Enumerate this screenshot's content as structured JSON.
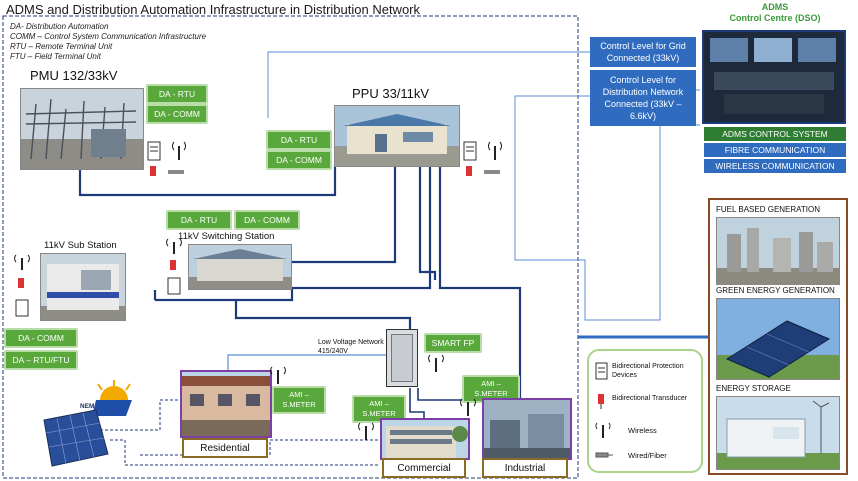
{
  "title": "ADMS and Distribution Automation Infrastructure in Distribution Network",
  "legend_notes": [
    "DA- Distribution Automation",
    "COMM – Control System Communication Infrastructure",
    "RTU – Remote Terminal Unit",
    "FTU – Field Terminal Unit"
  ],
  "tags": {
    "da_rtu": "DA - RTU",
    "da_comm": "DA - COMM",
    "da_rtu_ftu": "DA – RTU/FTU",
    "smart_fp": "SMART FP",
    "ami_smeter": "AMI – S.METER"
  },
  "nodes": {
    "pmu": "PMU 132/33kV",
    "ppu": "PPU 33/11kV",
    "substation": "11kV Sub Station",
    "switching": "11kV Switching Station",
    "lv_network_line1": "Low Voltage Network",
    "lv_network_line2": "415/240V",
    "residential": "Residential",
    "commercial": "Commercial",
    "industrial": "Industrial",
    "nem": "NEM"
  },
  "control": {
    "grid": "Control Level for Grid Connected (33kV)",
    "distribution": "Control Level for Distribution Network Connected (33kV – 6.6kV)",
    "adms_title_line1": "ADMS",
    "adms_title_line2": "Control Centre (DSO)",
    "bars": [
      {
        "label": "ADMS CONTROL SYSTEM",
        "color": "#2e7d32"
      },
      {
        "label": "FIBRE COMMUNICATION",
        "color": "#2f6bbf"
      },
      {
        "label": "WIRELESS COMMUNICATION",
        "color": "#2f6bbf"
      }
    ]
  },
  "generation": {
    "fuel": "FUEL BASED GENERATION",
    "green": "GREEN ENERGY GENERATION",
    "storage": "ENERGY STORAGE"
  },
  "legend_box": {
    "protection": "Bidirectional Protection Devices",
    "transducer": "Bidirectional Transducer",
    "wireless": "Wireless",
    "wired": "Wired/Fiber"
  },
  "colors": {
    "network_line": "#1f3a7a",
    "fibre_line": "#5b8fd6",
    "tag_green": "#59a83b",
    "control_blue": "#2f6bbf",
    "frame_brown": "#8a4a25",
    "purple": "#7b3fa6"
  }
}
